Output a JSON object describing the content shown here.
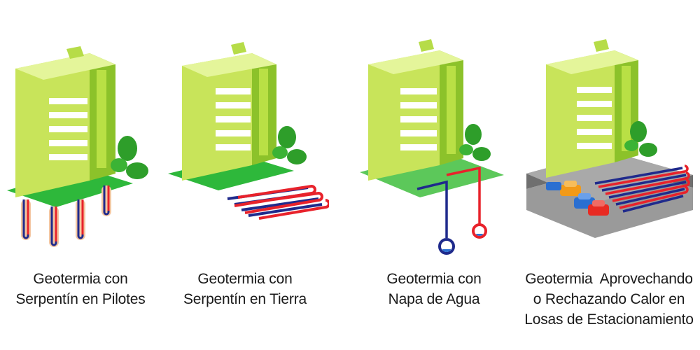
{
  "panels": [
    {
      "id": "pilotes",
      "caption": [
        "Geotermia con",
        "Serpentín en Pilotes"
      ]
    },
    {
      "id": "tierra",
      "caption": [
        "Geotermia con",
        "Serpentín en Tierra"
      ]
    },
    {
      "id": "napa",
      "caption": [
        "Geotermia con",
        "Napa de Agua"
      ]
    },
    {
      "id": "losas",
      "caption": [
        "Geotermia  Aprovechando",
        "o Rechazando Calor en",
        "Losas de Estacionamiento"
      ]
    }
  ],
  "colors": {
    "building_light": "#d9ef7f",
    "building_mid": "#a7d233",
    "building_dark": "#7fb51c",
    "ground_green": "#3fbf3c",
    "tree": "#2e9e2a",
    "pipe_red": "#e8222b",
    "pipe_blue": "#1f2a8c",
    "water_green": "#5cc85a",
    "parking_gray": "#9a9a9a",
    "car_orange": "#f29a18",
    "car_blue": "#2a6fd1",
    "car_red": "#e82a22"
  }
}
